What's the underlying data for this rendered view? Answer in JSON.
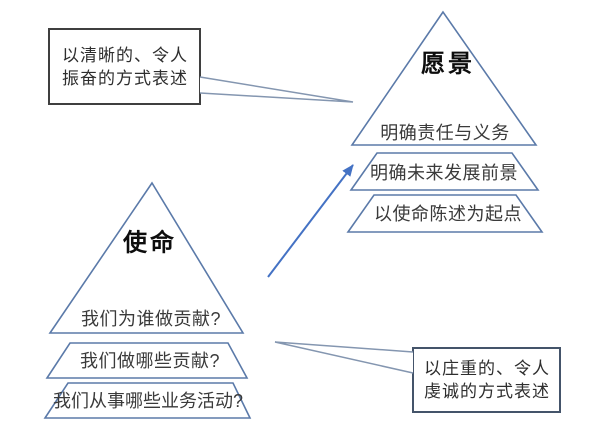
{
  "colors": {
    "background": "#ffffff",
    "pyramid_stroke": "#5b7aa9",
    "arrow": "#4472c4",
    "vision_callout_border": "#3f3f3f",
    "mission_callout_border": "#44546a",
    "callout_tail": "#8496b0",
    "title_text": "#0d0d0d",
    "level_text": "#3a3a3a"
  },
  "vision": {
    "title": "愿景",
    "levels": [
      "明确责任与义务",
      "明确未来发展前景",
      "以使命陈述为起点"
    ]
  },
  "mission": {
    "title": "使命",
    "levels": [
      "我们为谁做贡献?",
      "我们做哪些贡献?",
      "我们从事哪些业务活动?"
    ]
  },
  "callout_vision": {
    "line1": "以清晰的、令人",
    "line2": "振奋的方式表述"
  },
  "callout_mission": {
    "line1": "以庄重的、令人",
    "line2": "虔诚的方式表述"
  }
}
